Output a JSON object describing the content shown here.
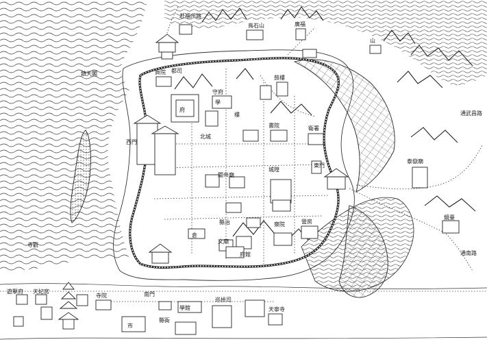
{
  "map": {
    "labels": {
      "top_road": "赴福州路",
      "top_hill_1": "鳥石山",
      "top_temple": "廣福",
      "top_right_hill": "山",
      "left_river_hill": "鎮天閣",
      "gate_west": "西門",
      "office": "府",
      "school": "學",
      "examination": "貢院",
      "tower": "樓",
      "temple_left": "寺觀",
      "ne_road": "通武昌路",
      "east_temple": "泰嶽廟",
      "east_seal": "鏡臺",
      "south_east_road": "通南路",
      "south_left_1": "南門",
      "south_left_2": "寺院",
      "bottom_market": "市",
      "bottom_school": "學館",
      "bottom_label_1": "縣衙",
      "bottom_label_2": "巡檢司",
      "bottom_label_3": "天寧寺",
      "left_bottom_1": "遊擊府",
      "left_bottom_2": "天妃宮",
      "city_label_1": "都司",
      "city_label_2": "守府",
      "city_label_3": "鼓樓",
      "city_label_4": "衛署",
      "city_label_5": "書院",
      "city_label_6": "北城",
      "city_label_7": "關帝廟",
      "city_label_8": "城隍",
      "city_label_9": "縣治",
      "city_label_10": "察院",
      "city_label_11": "文廟",
      "city_label_12": "營房",
      "city_label_13": "倉",
      "city_label_14": "府館",
      "city_label_15": "東門"
    },
    "colors": {
      "ink": "#222222",
      "paper": "#ffffff"
    }
  }
}
